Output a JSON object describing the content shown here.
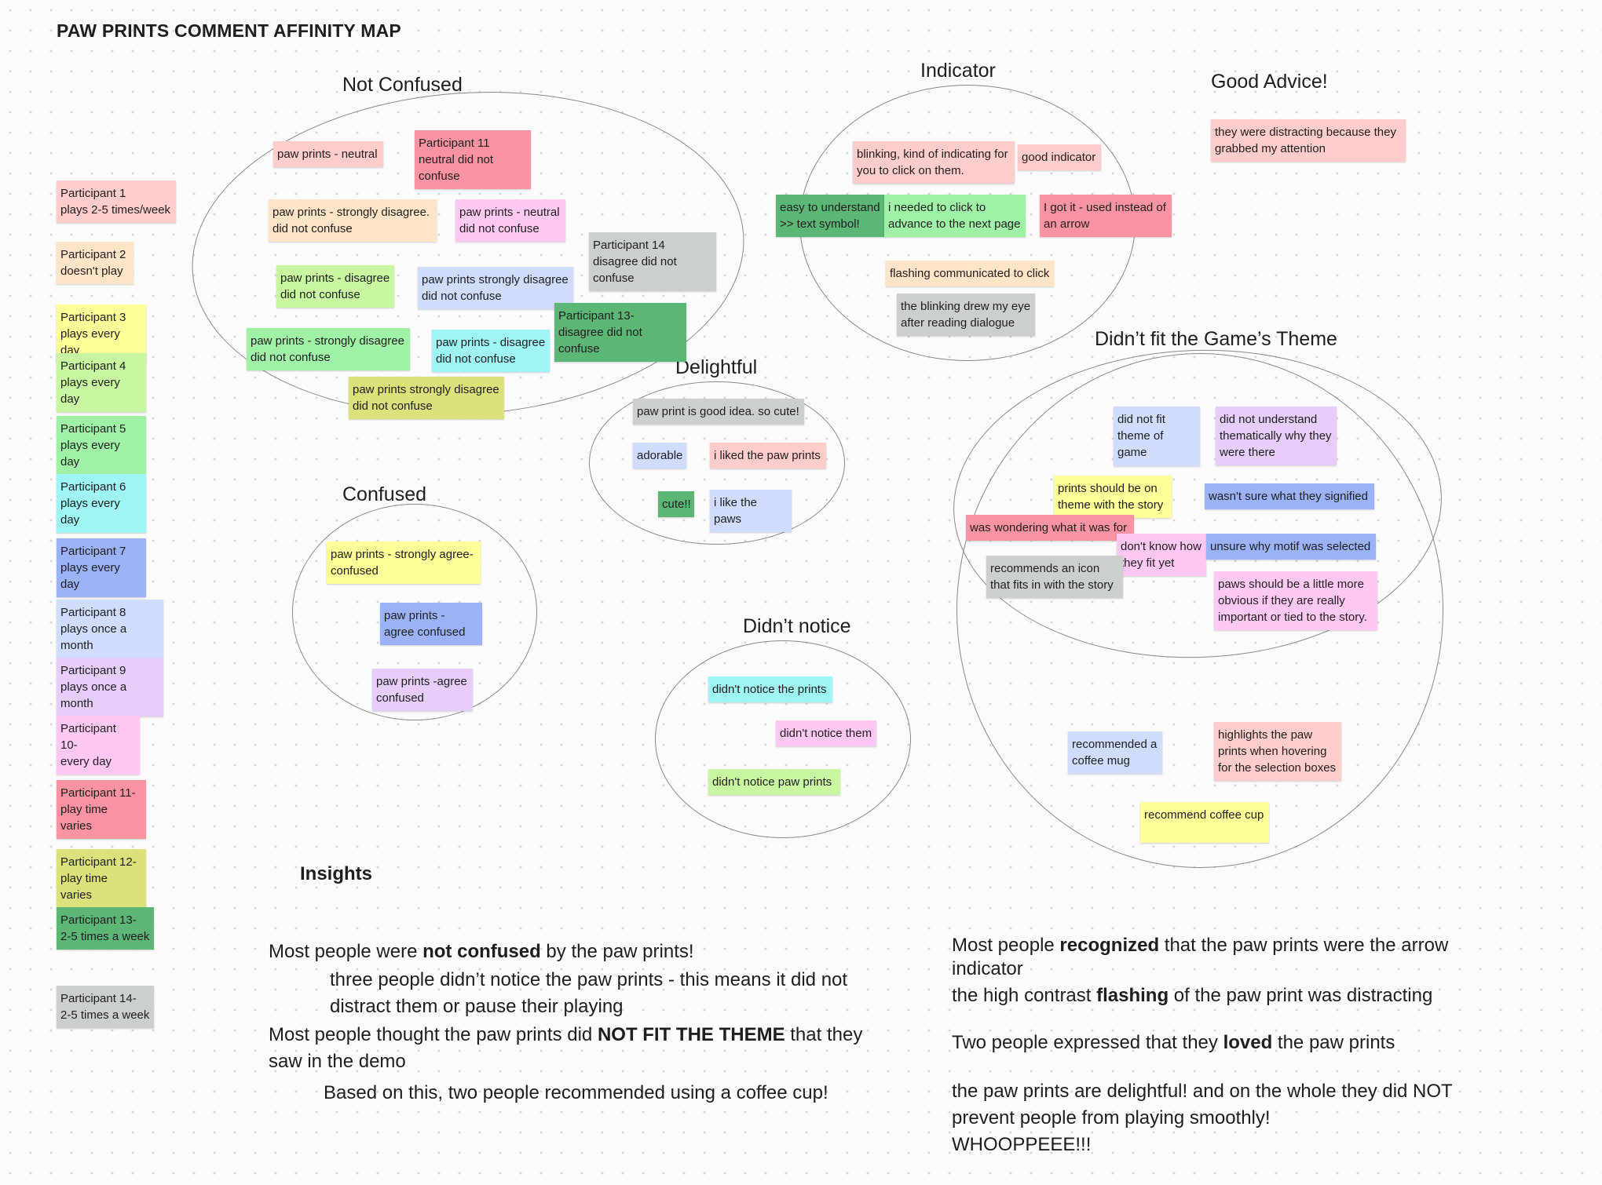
{
  "board": {
    "title": "PAW PRINTS COMMENT AFFINITY MAP"
  },
  "legend": [
    {
      "line1": "Participant 1",
      "line2": "plays 2-5 times/week",
      "color": "#ffcccc"
    },
    {
      "line1": "Participant 2",
      "line2": "doesn't play",
      "color": "#ffe4c7"
    },
    {
      "line1": "Participant 3",
      "line2": "plays every day",
      "color": "#ffff99"
    },
    {
      "line1": "Participant 4",
      "line2": "plays every day",
      "color": "#c9f7a1"
    },
    {
      "line1": "Participant 5",
      "line2": "plays every day",
      "color": "#9ff2a5"
    },
    {
      "line1": "Participant 6",
      "line2": "plays every day",
      "color": "#9ef5f4"
    },
    {
      "line1": "Participant 7",
      "line2": "plays every day",
      "color": "#9bb3f6"
    },
    {
      "line1": "Participant 8",
      "line2": "plays once a month",
      "color": "#cfdcfc"
    },
    {
      "line1": "Participant 9",
      "line2": "plays once a month",
      "color": "#e6cdfa"
    },
    {
      "line1": "Participant 10-",
      "line2": "every day",
      "color": "#ffc8f3"
    },
    {
      "line1": "Participant 11-",
      "line2": "play time varies",
      "color": "#f993a2"
    },
    {
      "line1": "Participant 12-",
      "line2": "play time varies",
      "color": "#dbe27c"
    },
    {
      "line1": "Participant 13-",
      "line2": "2-5 times a week",
      "color": "#5cb777"
    },
    {
      "line1": "Participant 14-",
      "line2": "2-5 times a week",
      "color": "#cbd0cc"
    }
  ],
  "groups": {
    "not_confused": "Not Confused",
    "confused": "Confused",
    "delightful": "Delightful",
    "indicator": "Indicator",
    "didnt_notice": "Didn’t notice",
    "didnt_fit": "Didn’t fit the Game’s Theme",
    "good_advice": "Good Advice!"
  },
  "notes": {
    "nc1": "paw prints - neutral",
    "nc2": "Participant 11 neutral did not confuse",
    "nc3": "paw prints - strongly disagree. did not confuse",
    "nc4": "paw prints - neutral did not confuse",
    "nc5": "Participant 14 disagree did not confuse",
    "nc6": "paw prints - disagree did not confuse",
    "nc7": "paw prints strongly disagree did not confuse",
    "nc8": "Participant 13- disagree did not confuse",
    "nc9": "paw prints - strongly disagree did not confuse",
    "nc10": "paw prints - disagree did not confuse",
    "nc11": "paw prints strongly disagree did not confuse",
    "cf1": "paw prints - strongly agree- confused",
    "cf2": "paw prints - agree confused",
    "cf3": "paw prints -agree confused",
    "dl1": "paw print is good idea. so cute!",
    "dl2": "adorable",
    "dl3": "i liked the paw prints",
    "dl4": "cute!!",
    "dl5": "i like the paws",
    "in1": "blinking, kind of indicating for you to click on them.",
    "in2": "good indicator",
    "in3": "easy to understand >> text symbol!",
    "in4": "i needed to click to advance to the next page",
    "in5": "I got it - used instead of an arrow",
    "in6": "flashing communicated to click",
    "in7": "the blinking drew my eye after reading dialogue",
    "dn1": "didn't notice the prints",
    "dn2": "didn't notice them",
    "dn3": "didn't notice paw prints",
    "df1": "did not fit theme of game",
    "df2": "did not understand thematically why they were there",
    "df3": "prints should be on theme with the story",
    "df4": "wasn't sure what they signified",
    "df5": "was wondering what it was for",
    "df6": "don't know how they fit yet",
    "df7": "unsure why motif was selected",
    "df8": "recommends an icon that fits in with the story",
    "df9": "paws should be a little more obvious if they are really important or tied to the story.",
    "df10": "recommended a coffee mug",
    "df11": "highlights the paw prints when hovering for the selection boxes",
    "df12": "recommend coffee cup",
    "ga1": "they were distracting because they grabbed my attention"
  },
  "insights": {
    "heading": "Insights",
    "left": {
      "l1_a": "Most people were ",
      "l1_b": "not confused",
      "l1_c": " by the paw prints!",
      "l2": "three people didn’t notice the paw prints - this means it did not distract them or pause their playing",
      "l3_a": "Most people thought the paw prints did ",
      "l3_b": "NOT FIT THE THEME",
      "l3_c": " that they saw in the demo",
      "l4": "Based on this, two people recommended using a coffee cup!"
    },
    "right": {
      "r1_a": "Most people ",
      "r1_b": "recognized",
      "r1_c": " that the paw prints were the arrow indicator",
      "r2_a": "the high contrast ",
      "r2_b": "flashing",
      "r2_c": " of the paw print was distracting",
      "r3_a": "Two people expressed that they ",
      "r3_b": "loved",
      "r3_c": " the paw prints",
      "r4": "the paw prints are delightful! and on the whole they did NOT prevent people from playing smoothly!",
      "r5": "WHOOPPEEE!!!"
    }
  }
}
